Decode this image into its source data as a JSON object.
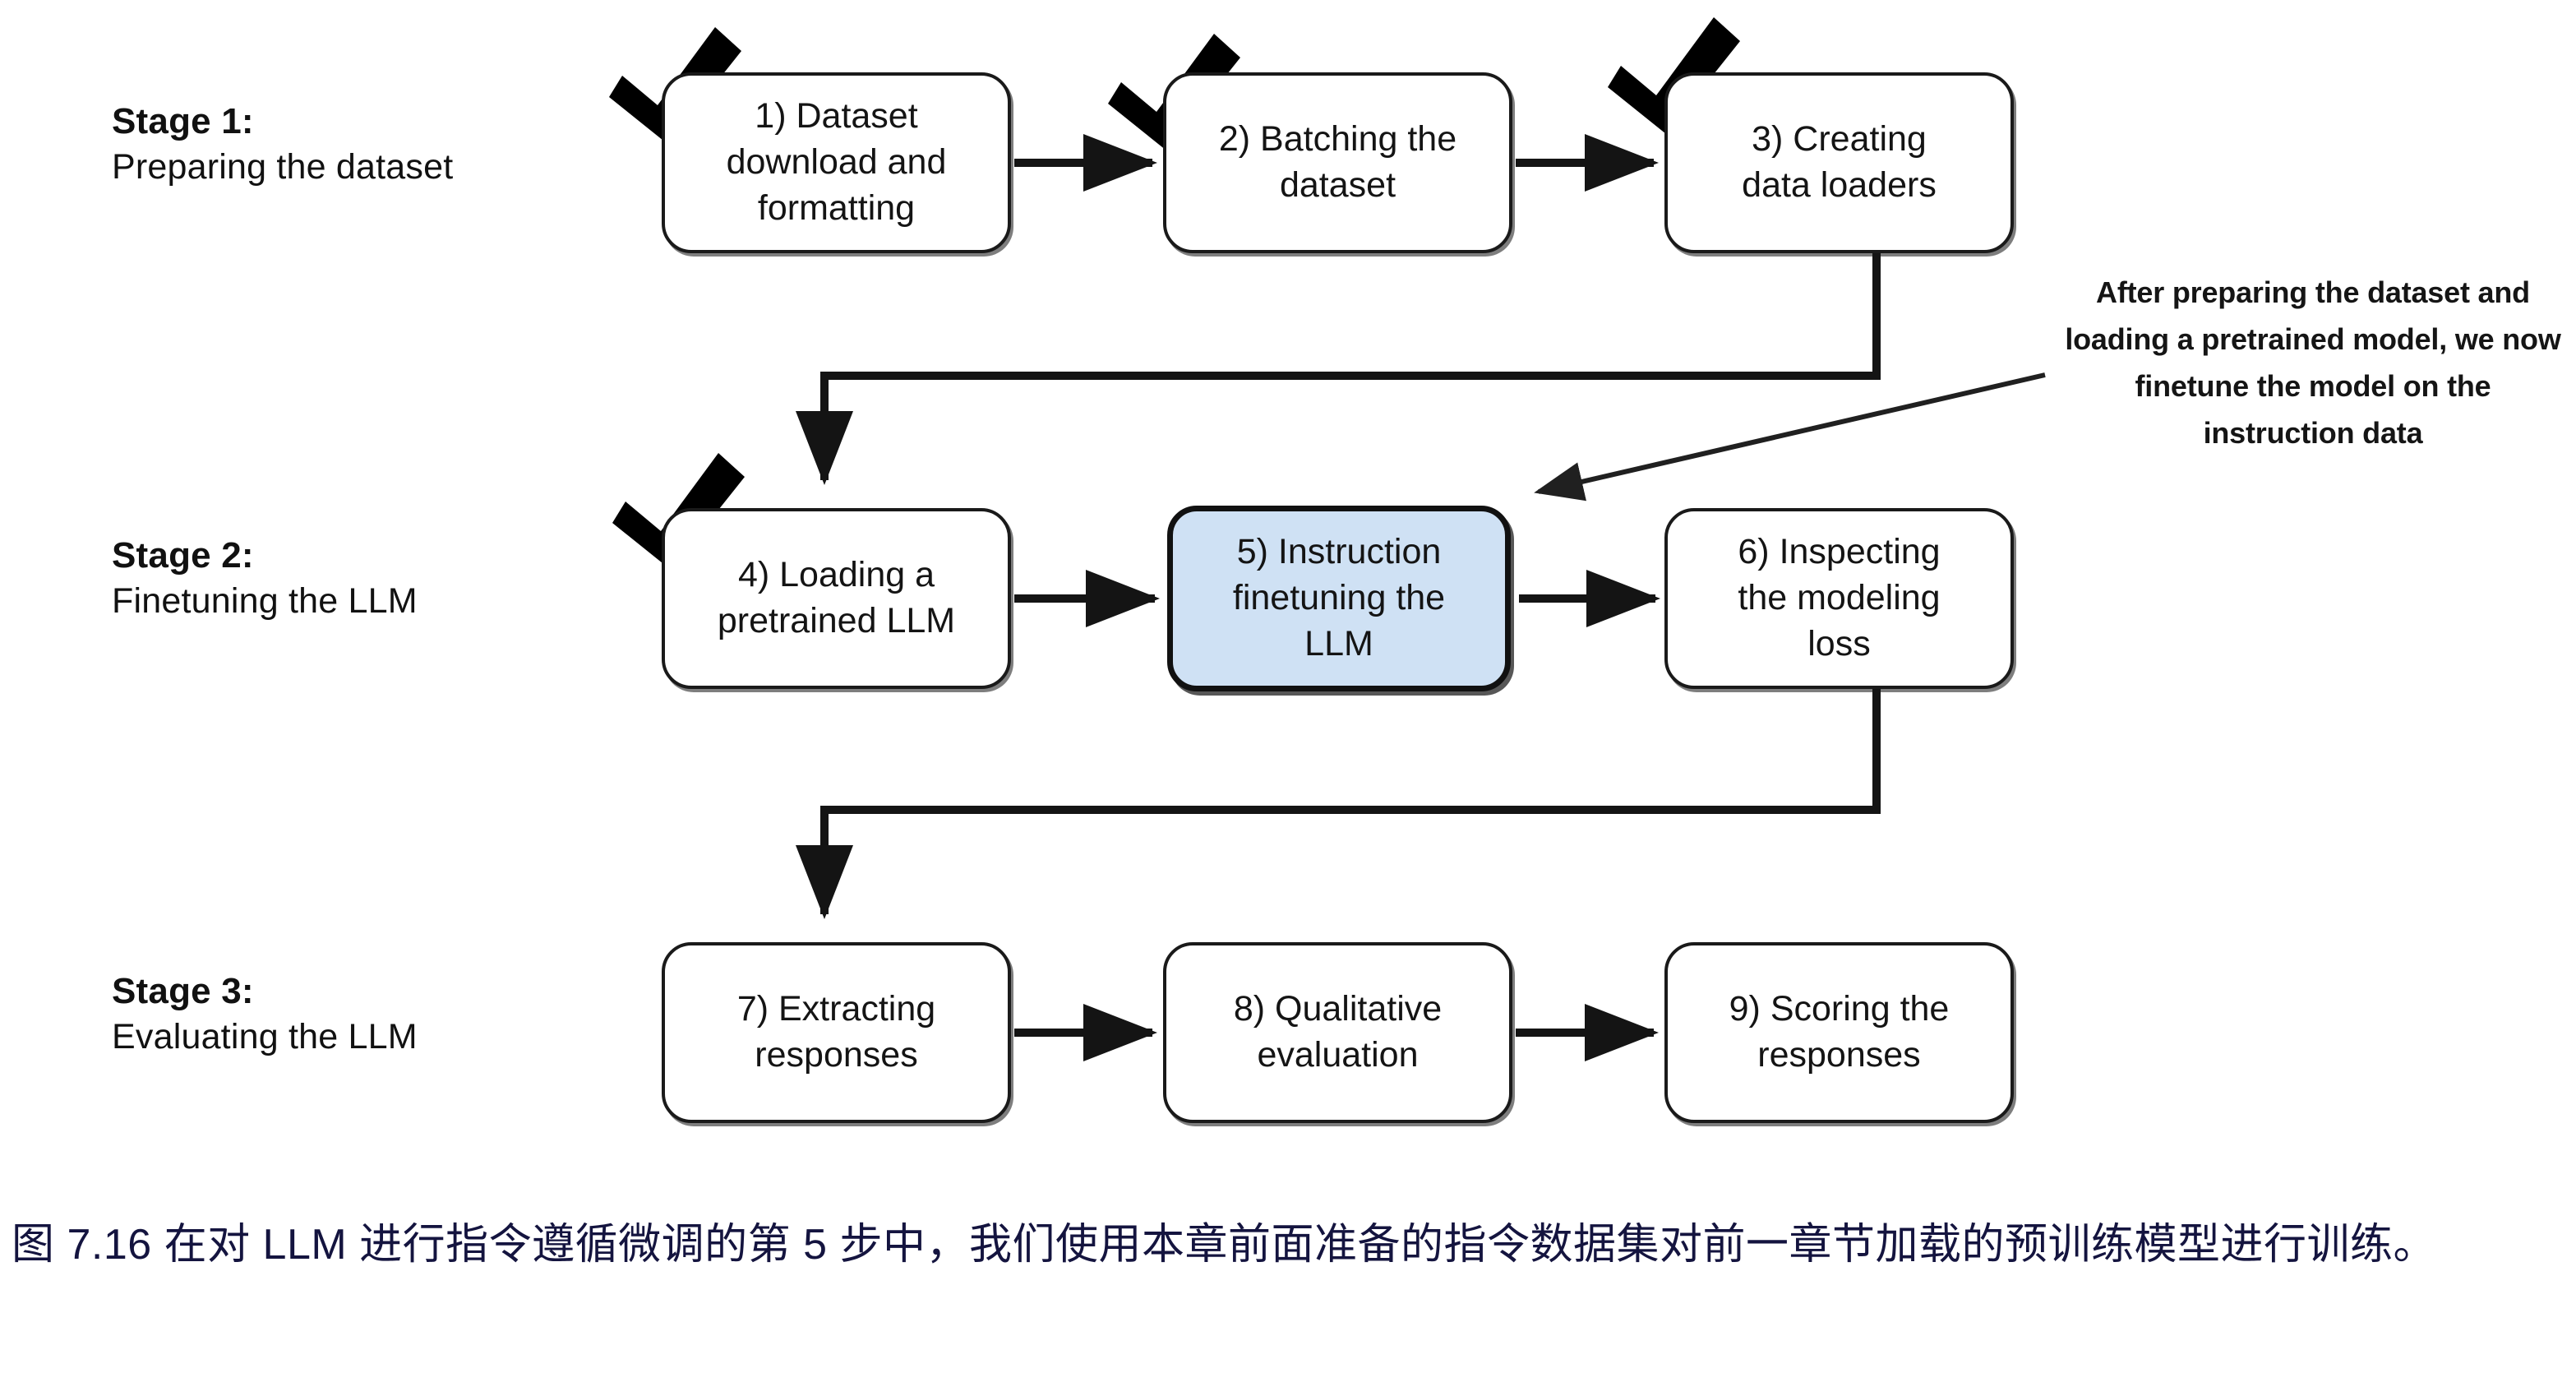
{
  "figure": {
    "type": "flowchart",
    "title": "Three-stage LLM instruction finetuning pipeline",
    "highlight_color": "#cfe1f4",
    "caption_color": "#14143f",
    "line_color": "#141414"
  },
  "stages": [
    {
      "id": "stage-1",
      "title": "Stage 1:",
      "subtitle": "Preparing the dataset"
    },
    {
      "id": "stage-2",
      "title": "Stage 2:",
      "subtitle": "Finetuning the LLM"
    },
    {
      "id": "stage-3",
      "title": "Stage 3:",
      "subtitle": "Evaluating the LLM"
    }
  ],
  "steps": [
    {
      "n": 1,
      "label": "1) Dataset download and formatting",
      "stage": 1,
      "checked": true,
      "highlighted": false
    },
    {
      "n": 2,
      "label": "2) Batching the dataset",
      "stage": 1,
      "checked": true,
      "highlighted": false
    },
    {
      "n": 3,
      "label": "3) Creating data loaders",
      "stage": 1,
      "checked": true,
      "highlighted": false
    },
    {
      "n": 4,
      "label": "4) Loading a pretrained LLM",
      "stage": 2,
      "checked": true,
      "highlighted": false
    },
    {
      "n": 5,
      "label": "5) Instruction finetuning the LLM",
      "stage": 2,
      "checked": false,
      "highlighted": true
    },
    {
      "n": 6,
      "label": "6) Inspecting the modeling loss",
      "stage": 2,
      "checked": false,
      "highlighted": false
    },
    {
      "n": 7,
      "label": "7) Extracting responses",
      "stage": 3,
      "checked": false,
      "highlighted": false
    },
    {
      "n": 8,
      "label": "8) Qualitative evaluation",
      "stage": 3,
      "checked": false,
      "highlighted": false
    },
    {
      "n": 9,
      "label": "9) Scoring the responses",
      "stage": 3,
      "checked": false,
      "highlighted": false
    }
  ],
  "step_lines": {
    "s1": [
      "1) Dataset",
      "download and",
      "formatting"
    ],
    "s2": [
      "2) Batching the",
      "dataset"
    ],
    "s3": [
      "3) Creating",
      "data loaders"
    ],
    "s4": [
      "4) Loading a",
      "pretrained LLM"
    ],
    "s5": [
      "5) Instruction",
      "finetuning the",
      "LLM"
    ],
    "s6": [
      "6) Inspecting",
      "the modeling",
      "loss"
    ],
    "s7": [
      "7) Extracting",
      "responses"
    ],
    "s8": [
      "8) Qualitative",
      "evaluation"
    ],
    "s9": [
      "9) Scoring the",
      "responses"
    ]
  },
  "annotation": {
    "lines": [
      "After preparing the dataset and",
      "loading a pretrained model, we",
      "now finetune the model on the",
      "instruction data"
    ],
    "points_to_step": 5
  },
  "caption": {
    "text": "图 7.16 在对 LLM 进行指令遵循微调的第 5 步中，我们使用本章前面准备的指令数据集对前一章节加载的预训练模型进行训练。"
  }
}
